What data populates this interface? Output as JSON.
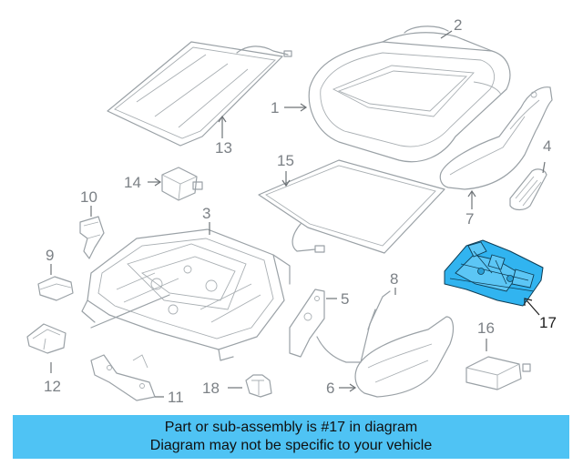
{
  "callouts": {
    "c1": "1",
    "c2": "2",
    "c3": "3",
    "c4": "4",
    "c5": "5",
    "c6": "6",
    "c7": "7",
    "c8": "8",
    "c9": "9",
    "c10": "10",
    "c11": "11",
    "c12": "12",
    "c13": "13",
    "c14": "14",
    "c15": "15",
    "c16": "16",
    "c17": "17",
    "c18": "18"
  },
  "highlight": {
    "part": "17",
    "color": "#31b4f0"
  },
  "banner": {
    "line1": "Part or sub-assembly is #17 in diagram",
    "line2": "Diagram may not be specific to your vehicle",
    "color": "#4fc3f4"
  }
}
